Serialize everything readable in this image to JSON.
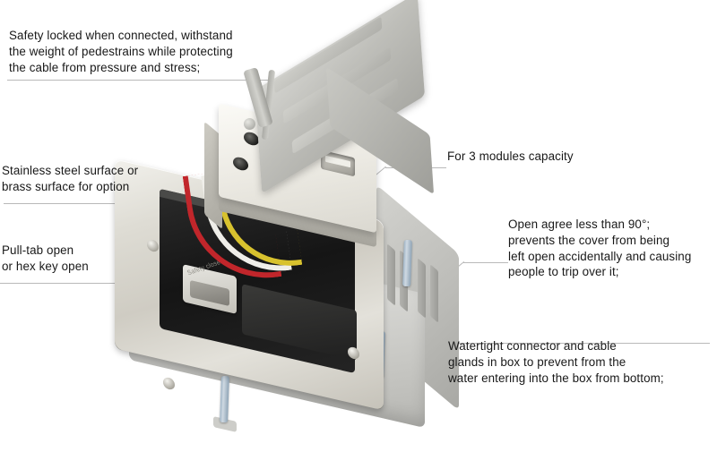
{
  "diagram": {
    "subject": "floor socket box",
    "callouts": [
      {
        "id": "safety-lock",
        "text": "Safety locked when connected, withstand\n the weight of pedestrains while protecting\nthe cable from pressure and stress;",
        "side": "left"
      },
      {
        "id": "surface-material",
        "text": "Stainless steel surface or\nbrass surface for option",
        "side": "left"
      },
      {
        "id": "open-method",
        "text": "Pull-tab open\nor hex key open",
        "side": "left"
      },
      {
        "id": "module-capacity",
        "text": "For 3 modules capacity",
        "side": "right"
      },
      {
        "id": "open-angle",
        "text": "Open agree less than 90°;\nprevents the cover from being\nleft open accidentally and causing\npeople to trip over it;",
        "side": "right"
      },
      {
        "id": "watertight",
        "text": "Watertight connector and cable\nglands in box to prevent from the\nwater entering into the box from bottom;",
        "side": "right"
      }
    ]
  },
  "product": {
    "usb_label": "USB Charger",
    "pull_tab_label": "Safety\nclose"
  },
  "colors": {
    "background": "#ffffff",
    "text": "#181818",
    "leader_line": "#b9b9b9",
    "stainless": "#dedcd4",
    "grey_body": "#d9d9d6",
    "wire_red": "#c1262b",
    "wire_white": "#efeee9",
    "wire_yellow": "#d8c22e",
    "screw_blue": "#9fb4c6",
    "cavity_dark": "#151515"
  }
}
